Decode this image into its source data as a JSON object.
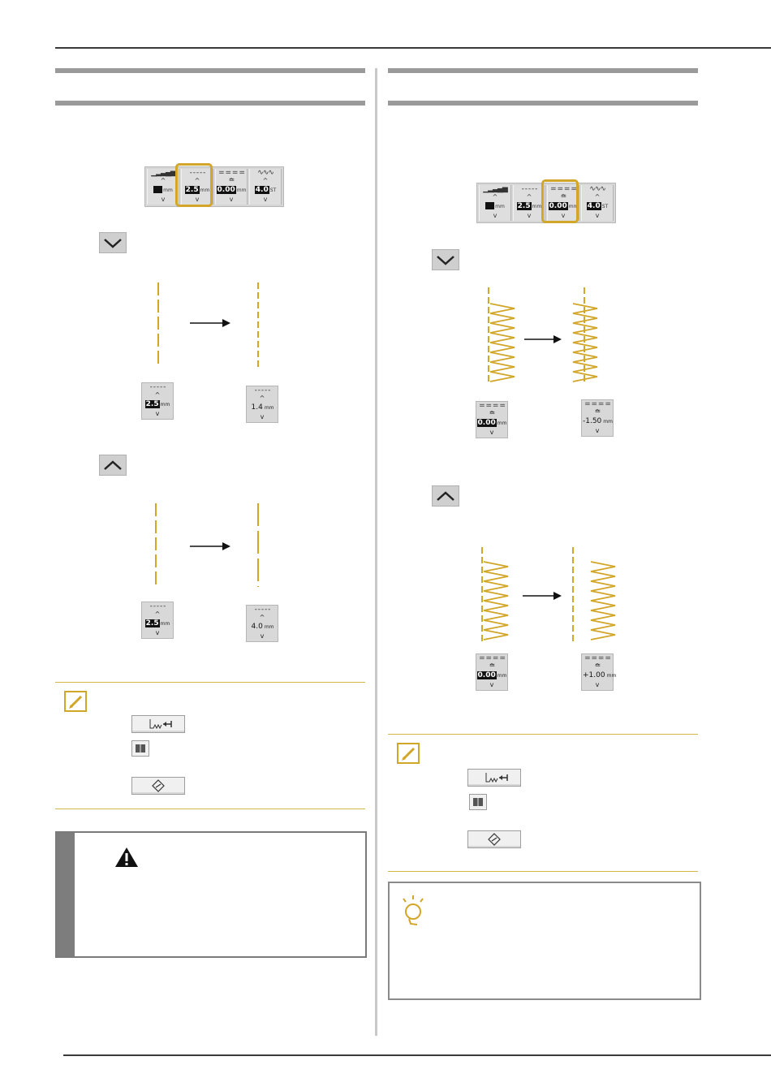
{
  "colors": {
    "gold": "#d2a628",
    "rule": "#3a3a3a",
    "heading_bar": "#9a9a9a",
    "panel_bg": "#d6d6d6"
  },
  "icons": {
    "decrease": "chevron-down-icon",
    "increase": "chevron-up-icon",
    "memo": "pencil-memo-icon",
    "caution": "warning-triangle-icon",
    "note": "lightbulb-icon"
  },
  "panel_left": {
    "cells": [
      {
        "glyph": "▁▂▃▄▅",
        "value": "",
        "unit": "mm"
      },
      {
        "glyph": "- - - - -",
        "value": "2.5",
        "unit": "mm"
      },
      {
        "glyph": "= = = = =",
        "value": "0.00",
        "unit": "mm"
      },
      {
        "glyph": "∿∿∿",
        "value": "4.0",
        "unit": "ST"
      }
    ]
  },
  "panel_right": {
    "cells": [
      {
        "glyph": "▁▂▃▄▅",
        "value": "",
        "unit": "mm"
      },
      {
        "glyph": "- - - - -",
        "value": "2.5",
        "unit": "mm"
      },
      {
        "glyph": "= = = = =",
        "value": "0.00",
        "unit": "mm"
      },
      {
        "glyph": "∿∿∿",
        "value": "4.0",
        "unit": "ST"
      }
    ]
  },
  "left_examples": {
    "shorter_before": {
      "glyph": "- - - - -",
      "value": "2.5",
      "unit": "mm"
    },
    "shorter_after": {
      "glyph": "- - - - -",
      "value": "1.4",
      "unit": "mm"
    },
    "longer_before": {
      "glyph": "- - - - -",
      "value": "2.5",
      "unit": "mm"
    },
    "longer_after": {
      "glyph": "- - - - -",
      "value": "4.0",
      "unit": "mm"
    }
  },
  "right_examples": {
    "left_before": {
      "glyph": "= = = = =",
      "value": "0.00",
      "unit": "mm"
    },
    "left_after": {
      "glyph": "= = = = =",
      "value": "-1.50",
      "unit": "mm"
    },
    "right_before": {
      "glyph": "= = = = =",
      "value": "0.00",
      "unit": "mm"
    },
    "right_after": {
      "glyph": "= = = = =",
      "value": "+1.00",
      "unit": "mm"
    }
  },
  "buttons": {
    "up_arrow": "^",
    "down_arrow": "v"
  }
}
